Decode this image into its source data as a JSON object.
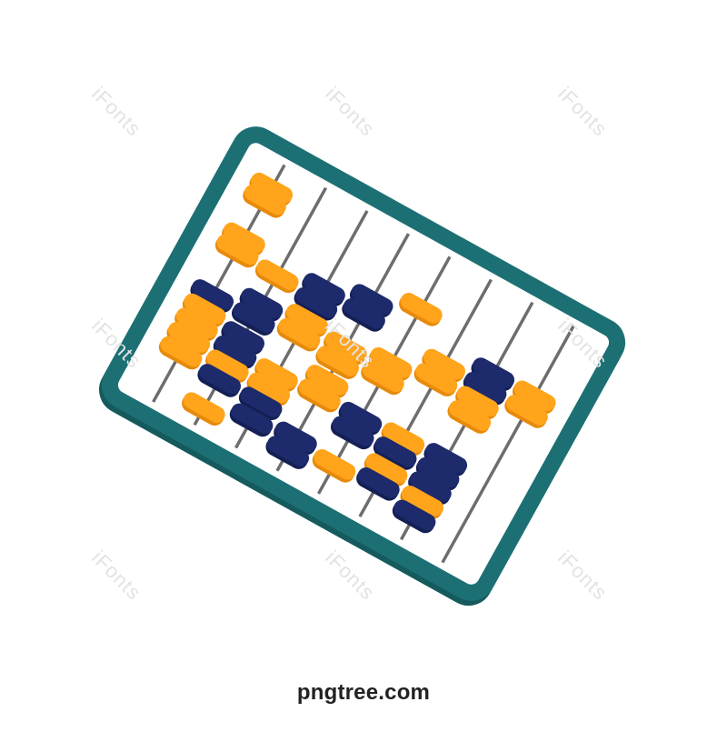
{
  "colors": {
    "frame": "#1c7074",
    "frame_shadow": "#155a5d",
    "rod": "#6d6d6d",
    "bead_orange": "#ffa41b",
    "bead_orange_dark": "#e78a0b",
    "bead_navy": "#1d2a6b",
    "bead_navy_dark": "#141f54",
    "background": "#ffffff",
    "watermark": "#e3e3e3"
  },
  "watermark": {
    "text": "iFonts"
  },
  "footer": {
    "brand": "pngtree.com"
  },
  "abacus": {
    "rod_count": 8,
    "icons": {
      "frame": "abacus-frame",
      "rod": "abacus-rod",
      "bead": "abacus-bead"
    },
    "rods": [
      {
        "beads": [
          {
            "color": "orange",
            "t": 0.1
          },
          {
            "color": "orange",
            "t": 0.15
          },
          {
            "color": "orange",
            "t": 0.31
          },
          {
            "color": "orange",
            "t": 0.36
          },
          {
            "color": "navy",
            "t": 0.55
          },
          {
            "color": "orange",
            "t": 0.61
          },
          {
            "color": "orange",
            "t": 0.67
          },
          {
            "color": "orange",
            "t": 0.73
          },
          {
            "color": "orange",
            "t": 0.79
          }
        ]
      },
      {
        "beads": [
          {
            "color": "orange",
            "t": 0.37
          },
          {
            "color": "navy",
            "t": 0.49
          },
          {
            "color": "navy",
            "t": 0.55
          },
          {
            "color": "navy",
            "t": 0.63
          },
          {
            "color": "navy",
            "t": 0.69
          },
          {
            "color": "orange",
            "t": 0.75
          },
          {
            "color": "navy",
            "t": 0.81
          },
          {
            "color": "orange",
            "t": 0.93
          }
        ]
      },
      {
        "beads": [
          {
            "color": "navy",
            "t": 0.33
          },
          {
            "color": "navy",
            "t": 0.39
          },
          {
            "color": "orange",
            "t": 0.46
          },
          {
            "color": "orange",
            "t": 0.52
          },
          {
            "color": "orange",
            "t": 0.69
          },
          {
            "color": "orange",
            "t": 0.75
          },
          {
            "color": "navy",
            "t": 0.81
          },
          {
            "color": "navy",
            "t": 0.88
          }
        ]
      },
      {
        "beads": [
          {
            "color": "navy",
            "t": 0.28
          },
          {
            "color": "navy",
            "t": 0.34
          },
          {
            "color": "orange",
            "t": 0.48
          },
          {
            "color": "orange",
            "t": 0.54
          },
          {
            "color": "orange",
            "t": 0.62
          },
          {
            "color": "orange",
            "t": 0.68
          },
          {
            "color": "navy",
            "t": 0.86
          },
          {
            "color": "navy",
            "t": 0.92
          }
        ]
      },
      {
        "beads": [
          {
            "color": "orange",
            "t": 0.22
          },
          {
            "color": "orange",
            "t": 0.45
          },
          {
            "color": "orange",
            "t": 0.51
          },
          {
            "color": "navy",
            "t": 0.68
          },
          {
            "color": "navy",
            "t": 0.74
          },
          {
            "color": "orange",
            "t": 0.88
          }
        ]
      },
      {
        "beads": [
          {
            "color": "orange",
            "t": 0.36
          },
          {
            "color": "orange",
            "t": 0.42
          },
          {
            "color": "orange",
            "t": 0.67
          },
          {
            "color": "navy",
            "t": 0.73
          },
          {
            "color": "orange",
            "t": 0.8
          },
          {
            "color": "navy",
            "t": 0.86
          }
        ]
      },
      {
        "beads": [
          {
            "color": "navy",
            "t": 0.3
          },
          {
            "color": "navy",
            "t": 0.36
          },
          {
            "color": "orange",
            "t": 0.42
          },
          {
            "color": "orange",
            "t": 0.48
          },
          {
            "color": "navy",
            "t": 0.66
          },
          {
            "color": "navy",
            "t": 0.72
          },
          {
            "color": "navy",
            "t": 0.78
          },
          {
            "color": "orange",
            "t": 0.84
          },
          {
            "color": "navy",
            "t": 0.9
          }
        ]
      },
      {
        "beads": [
          {
            "color": "orange",
            "t": 0.3
          },
          {
            "color": "orange",
            "t": 0.36
          }
        ]
      }
    ]
  }
}
